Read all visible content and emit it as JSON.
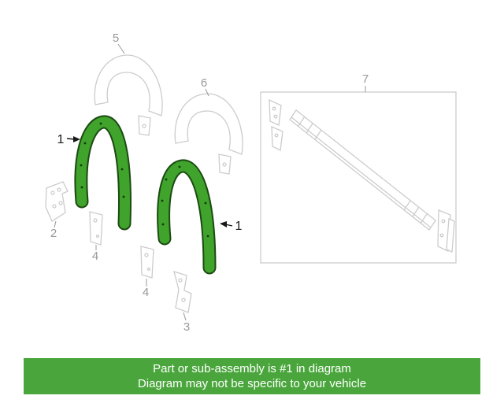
{
  "colors": {
    "highlight": "#3fa32c",
    "highlight_outline": "#1c4b12",
    "hole_dot": "#123a0a",
    "part_outline": "#cccccc",
    "label": "#999999",
    "callout_dark": "#1a1a1a",
    "banner_bg": "#4aa63c",
    "banner_text": "#ffffff"
  },
  "labels": {
    "part1_left": "1",
    "part1_right": "1",
    "part2": "2",
    "part3": "3",
    "part4_a": "4",
    "part4_b": "4",
    "part5": "5",
    "part6": "6",
    "part7": "7"
  },
  "banner": {
    "line1": "Part or sub-assembly is #1 in diagram",
    "line2": "Diagram may not be specific to your vehicle"
  }
}
